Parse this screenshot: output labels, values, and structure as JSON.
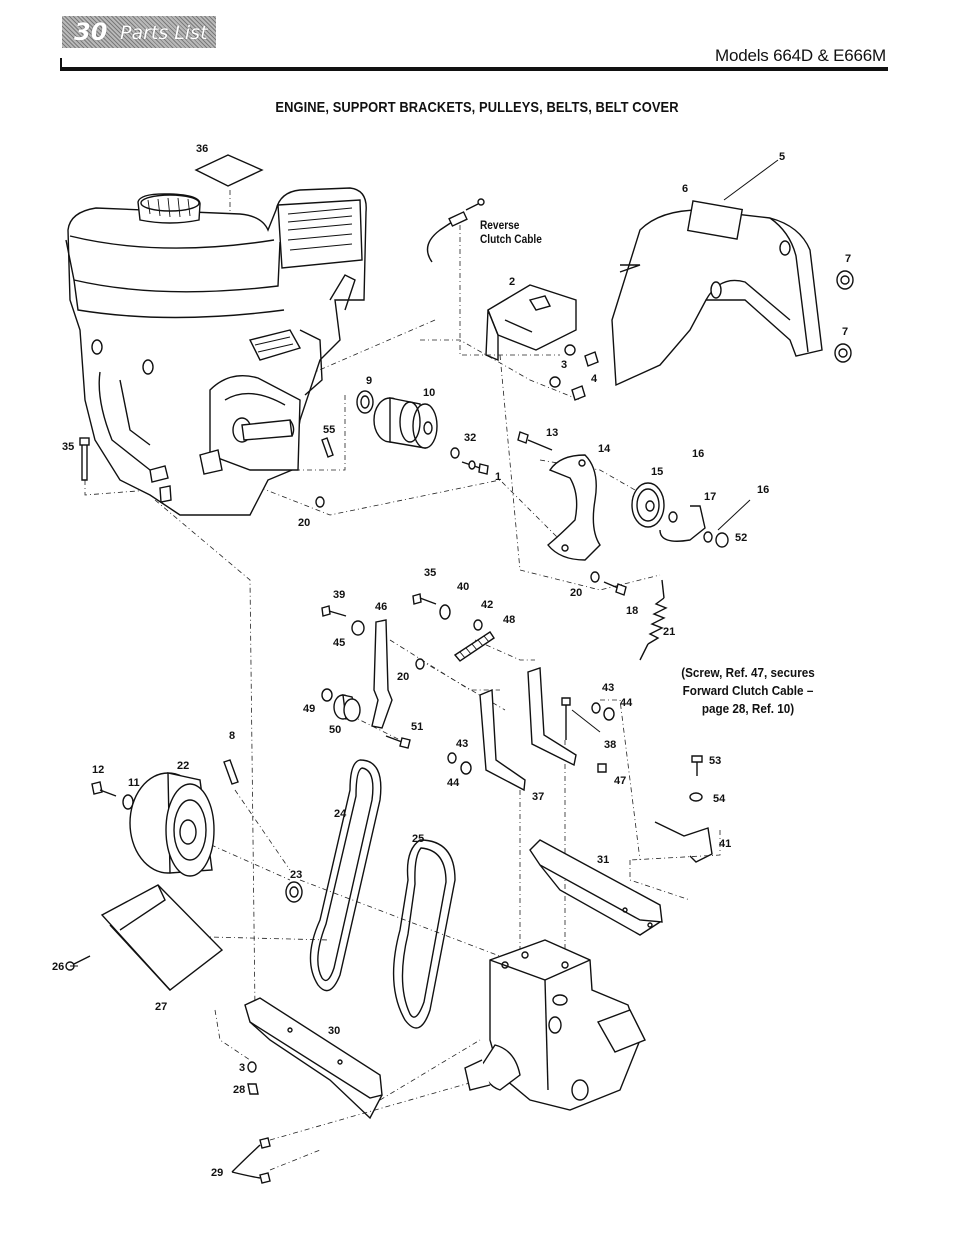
{
  "header": {
    "page_number": "30",
    "section": "Parts List",
    "models": "Models 664D & E666M"
  },
  "title": "ENGINE, SUPPORT BRACKETS, PULLEYS, BELTS,  BELT COVER",
  "labels": {
    "reverse_cable": [
      "Reverse",
      "Clutch Cable"
    ]
  },
  "note": [
    "(Screw, Ref. 47, secures",
    "Forward Clutch Cable –",
    "page 28, Ref. 10)"
  ],
  "callouts": [
    "36",
    "5",
    "6",
    "7",
    "7",
    "2",
    "3",
    "4",
    "9",
    "10",
    "55",
    "32",
    "1",
    "13",
    "14",
    "16",
    "15",
    "17",
    "16",
    "52",
    "35",
    "20",
    "35",
    "40",
    "39",
    "46",
    "42",
    "48",
    "20",
    "18",
    "45",
    "21",
    "20",
    "43",
    "44",
    "49",
    "50",
    "51",
    "38",
    "43",
    "12",
    "22",
    "8",
    "11",
    "44",
    "37",
    "47",
    "53",
    "54",
    "24",
    "25",
    "41",
    "31",
    "23",
    "26",
    "27",
    "30",
    "3",
    "28",
    "29"
  ],
  "colors": {
    "ink": "#111111",
    "header_tab": "#9a9a9a"
  }
}
